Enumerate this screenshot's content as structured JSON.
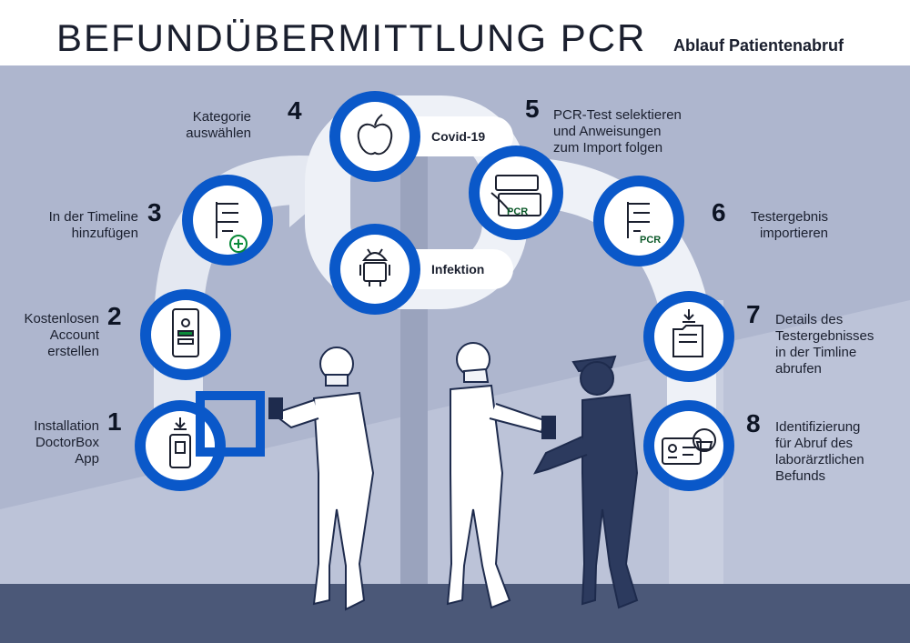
{
  "title": "BEFUNDÜBERMITTLUNG PCR",
  "subtitle": "Ablauf Patientenabruf",
  "colors": {
    "accent": "#0a58c9",
    "bg": "#b9c0d6",
    "floor": "#4b5878",
    "arch": "#ffffff"
  },
  "steps": [
    {
      "number": "1",
      "label": "Installation\nDoctorBox\nApp",
      "icon": "phone-download-icon"
    },
    {
      "number": "2",
      "label": "Kostenlosen\nAccount\nerstellen",
      "icon": "phone-account-icon"
    },
    {
      "number": "3",
      "label": "In der Timeline\nhinzufügen",
      "icon": "timeline-add-icon"
    },
    {
      "number": "4",
      "label": "Kategorie\nauswählen",
      "icon": "apple-icon"
    },
    {
      "number": "5",
      "label": "PCR-Test selektieren\nund Anweisungen\nzum Import folgen",
      "icon": "pcr-card-icon"
    },
    {
      "number": "6",
      "label": "Testergebnis\nimportieren",
      "icon": "timeline-pcr-icon"
    },
    {
      "number": "7",
      "label": "Details des\nTestergebnisses\nin der Timline\nabrufen",
      "icon": "file-download-icon"
    },
    {
      "number": "8",
      "label": "Identifizierung\nfür Abruf des\nlaborärztlichen\nBefunds",
      "icon": "id-card-icon"
    }
  ],
  "options": {
    "covid": "Covid-19",
    "infektion": "Infektion"
  },
  "icons": {
    "covid": "apple-icon",
    "infektion": "android-icon"
  },
  "pcr_tag": "PCR"
}
